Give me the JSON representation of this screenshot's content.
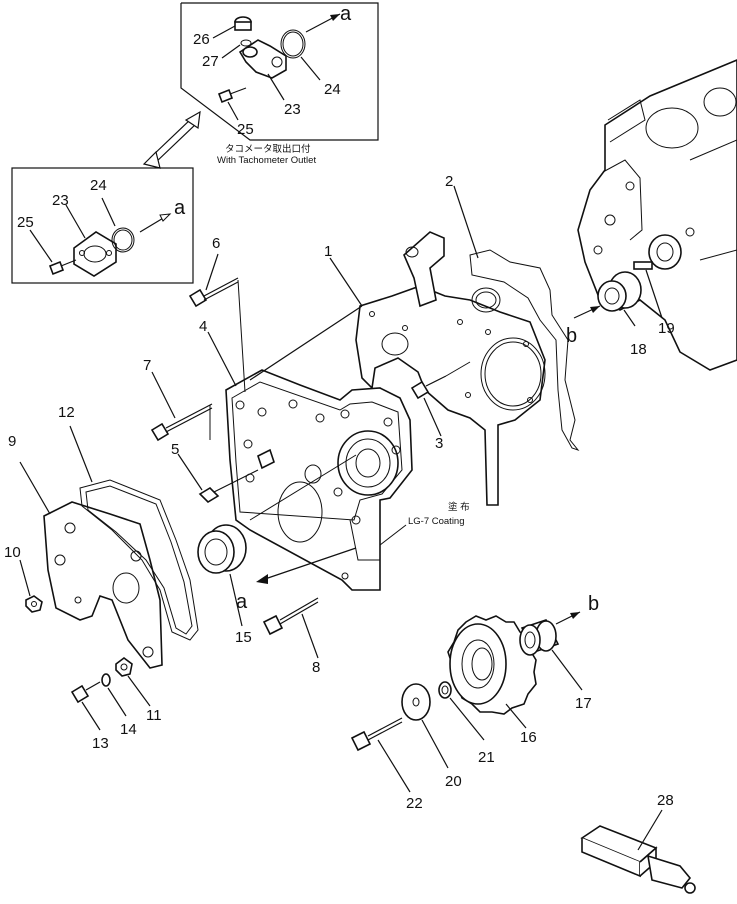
{
  "callouts": {
    "p1": "1",
    "p2": "2",
    "p3": "3",
    "p4": "4",
    "p5": "5",
    "p6": "6",
    "p7": "7",
    "p8": "8",
    "p9": "9",
    "p10": "10",
    "p11": "11",
    "p12": "12",
    "p13": "13",
    "p14": "14",
    "p15": "15",
    "p16": "16",
    "p17": "17",
    "p18": "18",
    "p19": "19",
    "p20": "20",
    "p21": "21",
    "p22": "22",
    "p23_top": "23",
    "p23_left": "23",
    "p24_top": "24",
    "p24_left": "24",
    "p25_top": "25",
    "p25_left": "25",
    "p26": "26",
    "p27": "27",
    "p28": "28"
  },
  "refs": {
    "a_top": "a",
    "a_left": "a",
    "a_seal": "a",
    "b_block": "b",
    "b_bush": "b"
  },
  "captions": {
    "tacho_jp": "タコメータ取出口付",
    "tacho_en": "With Tachometer Outlet",
    "coating_jp": "塗 布",
    "coating_en": "LG-7  Coating"
  }
}
